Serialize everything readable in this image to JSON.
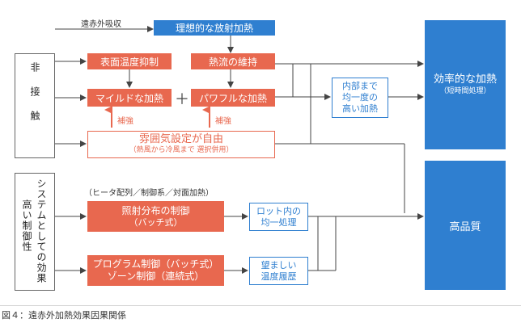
{
  "left_labels": {
    "non_contact": "非接触",
    "system_control": "システムとしての効果",
    "system_control_2": "高い制御性"
  },
  "labels": {
    "far_ir_absorption": "遠赤外吸収",
    "plus_sign": "＋",
    "reinforce_left": "補強",
    "reinforce_right": "補強",
    "heater_note": "（ヒータ配列／制御系／対面加熱）"
  },
  "boxes": {
    "ideal_radiant": "理想的な放射加熱",
    "surface_temp": "表面温度抑制",
    "heat_flow": "熱流の維持",
    "mild_heating": "マイルドな加熱",
    "powerful_heating": "パワフルな加熱",
    "atmosphere_title": "雰囲気設定が自由",
    "atmosphere_sub": "（熱風から冷風まで 選択併用）",
    "uniform_line1": "内部まで",
    "uniform_line2": "均一度の",
    "uniform_line3": "高い加熱",
    "efficient_title": "効率的な加熱",
    "efficient_sub": "（短時間処理）",
    "irradiation_line1": "照射分布の制御",
    "irradiation_line2": "（バッチ式）",
    "lot_line1": "ロット内の",
    "lot_line2": "均一処理",
    "program_line1": "プログラム制御（バッチ式）",
    "program_line2": "ゾーン制御（連続式）",
    "desirable_line1": "望ましい",
    "desirable_line2": "温度履歴",
    "high_quality": "高品質"
  },
  "caption": "図４：遠赤外加熱効果因果関係",
  "colors": {
    "blue": "#2f7fd0",
    "red": "#e8684f",
    "line": "#444444",
    "arrow_red": "#e8684f"
  }
}
